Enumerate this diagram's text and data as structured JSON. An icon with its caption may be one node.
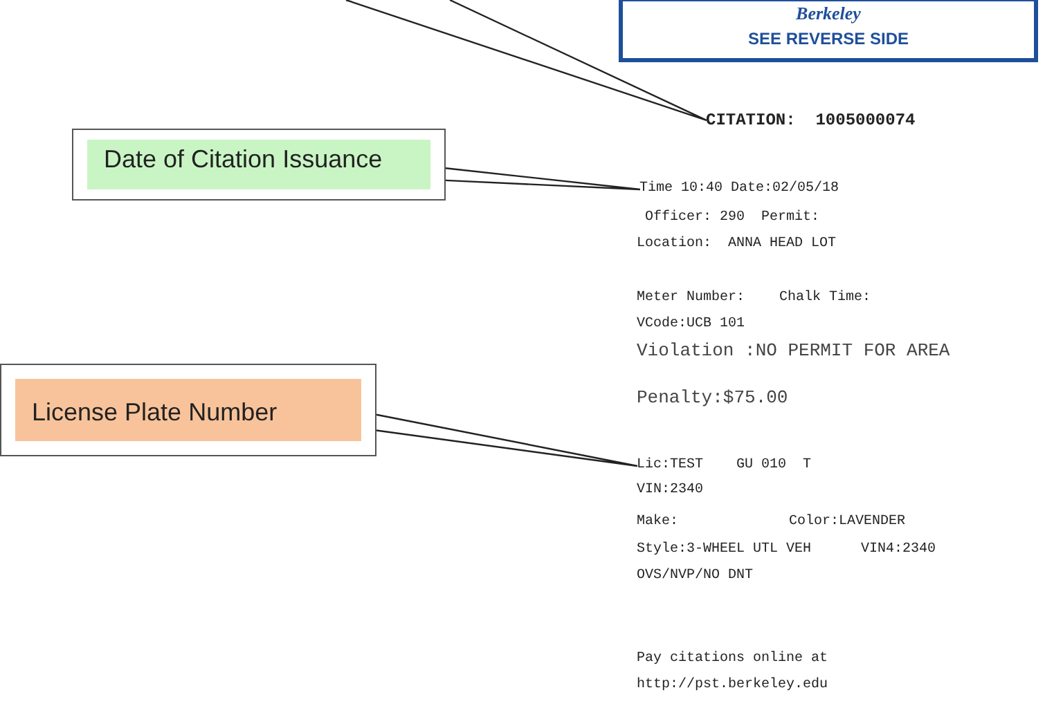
{
  "diagram": {
    "nodes": [
      {
        "text": [
          "Berkeley",
          "SEE REVERSE SIDE"
        ]
      },
      {
        "text": [
          "CITATION:  1005000074"
        ]
      },
      {
        "text": [
          "Date of Citation Issuance"
        ]
      },
      {
        "text": [
          "Time 10:40 Date:02/05/18"
        ]
      },
      {
        "text": [
          "License Plate Number"
        ]
      },
      {
        "text": [
          "Lic:TEST    GU 010  T"
        ]
      }
    ],
    "edges": [
      {
        "from": null,
        "to": 1,
        "arrow": "none"
      },
      {
        "from": 2,
        "to": 3,
        "arrow": "none"
      },
      {
        "from": 4,
        "to": 5,
        "arrow": "none"
      }
    ],
    "labels": [
      "Officer: 290  Permit:",
      "Location:  ANNA HEAD LOT",
      "Meter Number:",
      "Chalk Time:",
      "VCode:UCB 101",
      "Violation :NO PERMIT FOR AREA",
      "Penalty:$75.00",
      "VIN:2340",
      "Make:",
      "Color:LAVENDER",
      "Style:3-WHEEL UTL VEH",
      "VIN4:2340",
      "OVS/NVP/NO DNT",
      "Pay citations online at",
      "http://pst.berkeley.edu"
    ]
  }
}
